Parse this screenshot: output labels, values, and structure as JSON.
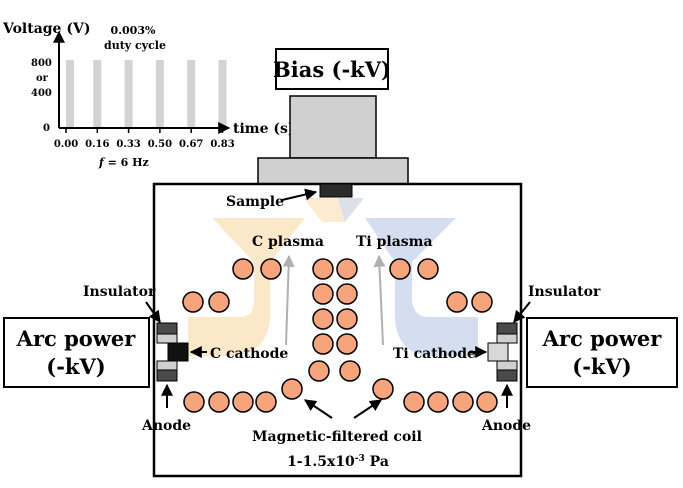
{
  "inset_chart": {
    "ylabel": "Voltage (V)",
    "xlabel": "time (s)",
    "duty_label_line1": "0.003%",
    "duty_label_line2": "duty cycle",
    "y_ticks": [
      "800",
      "or",
      "400",
      "0"
    ],
    "x_ticks": [
      "0.00",
      "0.16",
      "0.33",
      "0.50",
      "0.67",
      "0.83"
    ],
    "frequency_label_var": "f",
    "frequency_label_rest": " = 6 Hz"
  },
  "chart_data": {
    "type": "bar",
    "title": "",
    "xlabel": "time (s)",
    "ylabel": "Voltage (V)",
    "x": [
      0.0,
      0.16,
      0.33,
      0.5,
      0.67,
      0.83
    ],
    "values": [
      800,
      800,
      800,
      800,
      800,
      800
    ],
    "ylim": [
      0,
      1000
    ],
    "annotations": [
      "0.003%",
      "duty cycle",
      "f = 6 Hz"
    ],
    "bar_color": "#d3d3d3"
  },
  "diagram": {
    "bias_label": "Bias (-kV)",
    "sample_label": "Sample",
    "c_plasma_label": "C plasma",
    "ti_plasma_label": "Ti plasma",
    "insulator_left_label": "Insulator",
    "insulator_right_label": "Insulator",
    "arc_power_left_line1": "Arc power",
    "arc_power_left_line2": "(-kV)",
    "arc_power_right_line1": "Arc power",
    "arc_power_right_line2": "(-kV)",
    "c_cathode_label": "C cathode",
    "ti_cathode_label": "Ti cathode",
    "anode_left_label": "Anode",
    "anode_right_label": "Anode",
    "coil_label": "Magnetic-filtered coil",
    "pressure_base": "1-1.5x10",
    "pressure_exp": "-3",
    "pressure_unit": " Pa"
  },
  "colors": {
    "c_plasma": "#fbe7c6",
    "ti_plasma": "#d2dcef",
    "coil_fill": "#f5a47c",
    "stage_gray": "#d0d0d0",
    "pulse_gray": "#d3d3d3"
  }
}
